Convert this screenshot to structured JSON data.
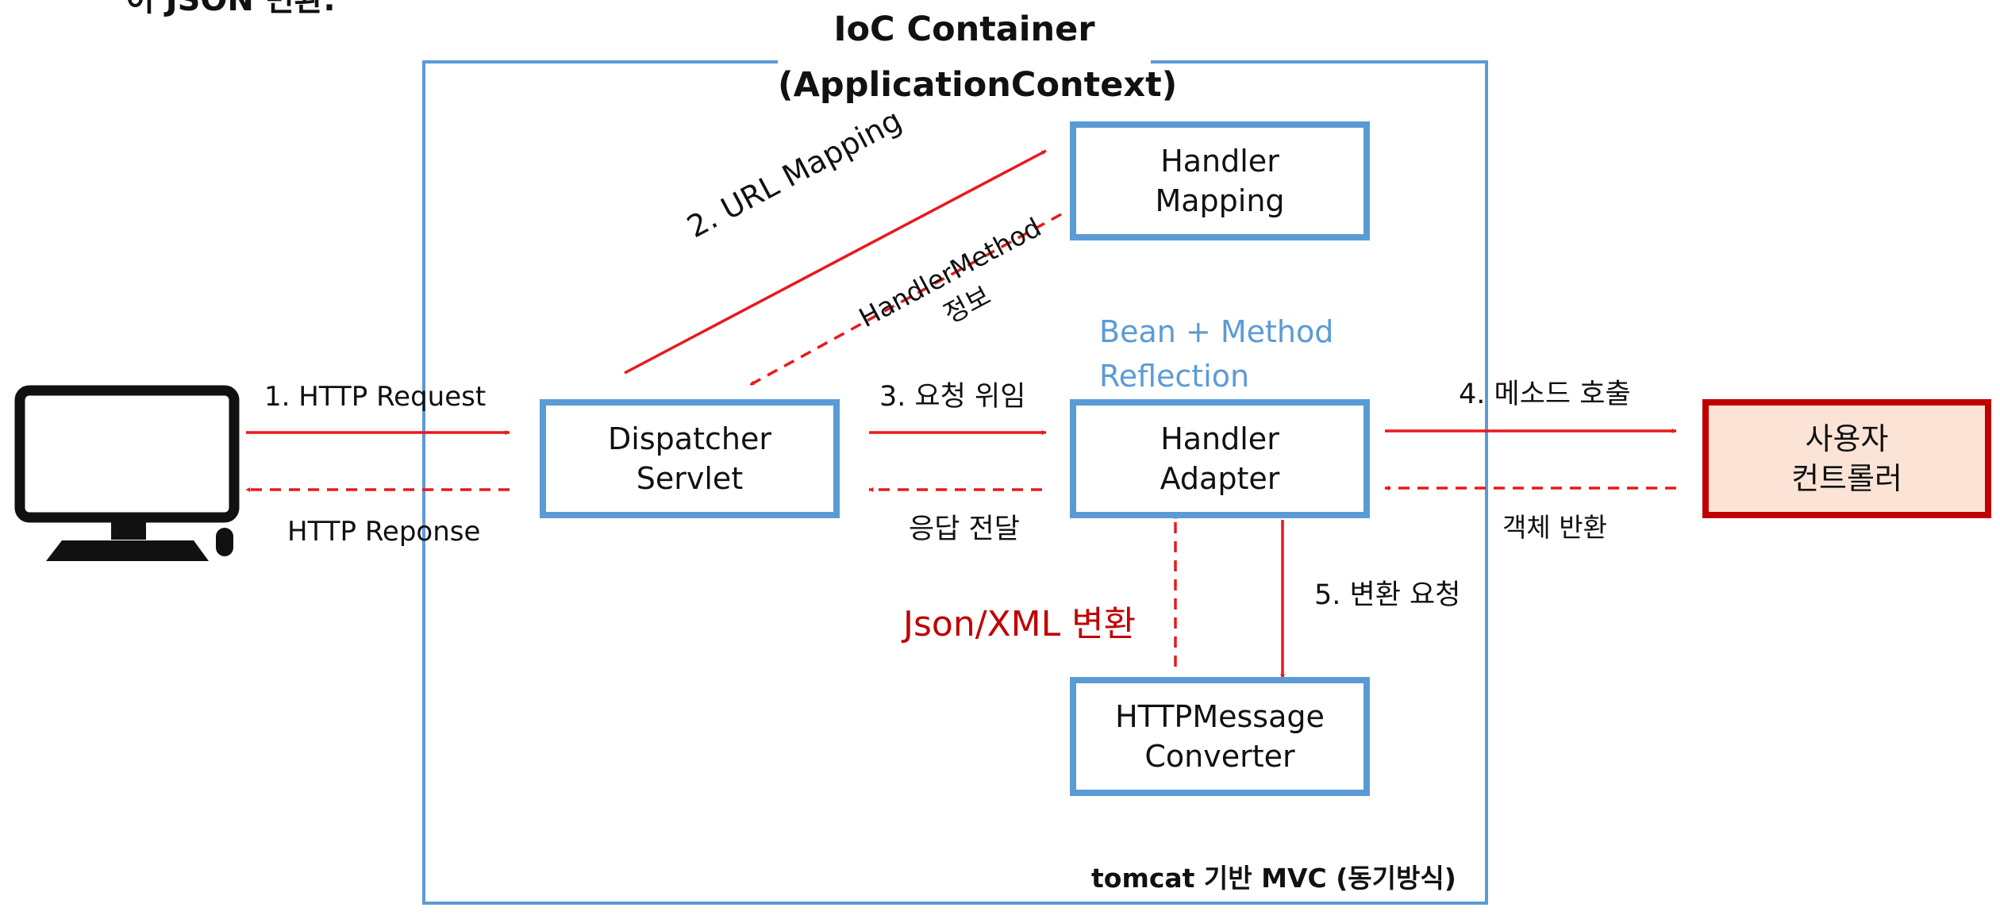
{
  "top_cut_text": "이 JSON 변환.",
  "container": {
    "title_line1": "IoC Container",
    "title_line2": "(ApplicationContext)",
    "footer": "tomcat 기반 MVC (동기방식)"
  },
  "client_icon": "desktop-computer-icon",
  "boxes": {
    "dispatcher": [
      "Dispatcher",
      "Servlet"
    ],
    "handler_mapping": [
      "Handler",
      "Mapping"
    ],
    "handler_adapter": [
      "Handler",
      "Adapter"
    ],
    "message_converter": [
      "HTTPMessage",
      "Converter"
    ],
    "user_controller": [
      "사용자",
      "컨트롤러"
    ]
  },
  "labels": {
    "http_request": "1. HTTP Request",
    "http_response": "HTTP Reponse",
    "url_mapping": "2. URL Mapping",
    "handler_method_1": "HandlerMethod",
    "handler_method_2": "정보",
    "delegate_request": "3. 요청 위임",
    "deliver_response": "응답 전달",
    "bean_method_1": "Bean + Method",
    "bean_method_2": "Reflection",
    "invoke_method": "4. 메소드 호출",
    "return_object": "객체 반환",
    "convert_request": "5.  변환 요청",
    "json_xml_convert": "Json/XML 변환"
  },
  "colors": {
    "box_border": "#5b9bd5",
    "arrow": "#e8191c",
    "emphasis_text": "#c00000",
    "user_box_fill": "#fbe3d6",
    "user_box_border": "#c00000",
    "reflection_text": "#5b9bd5"
  }
}
